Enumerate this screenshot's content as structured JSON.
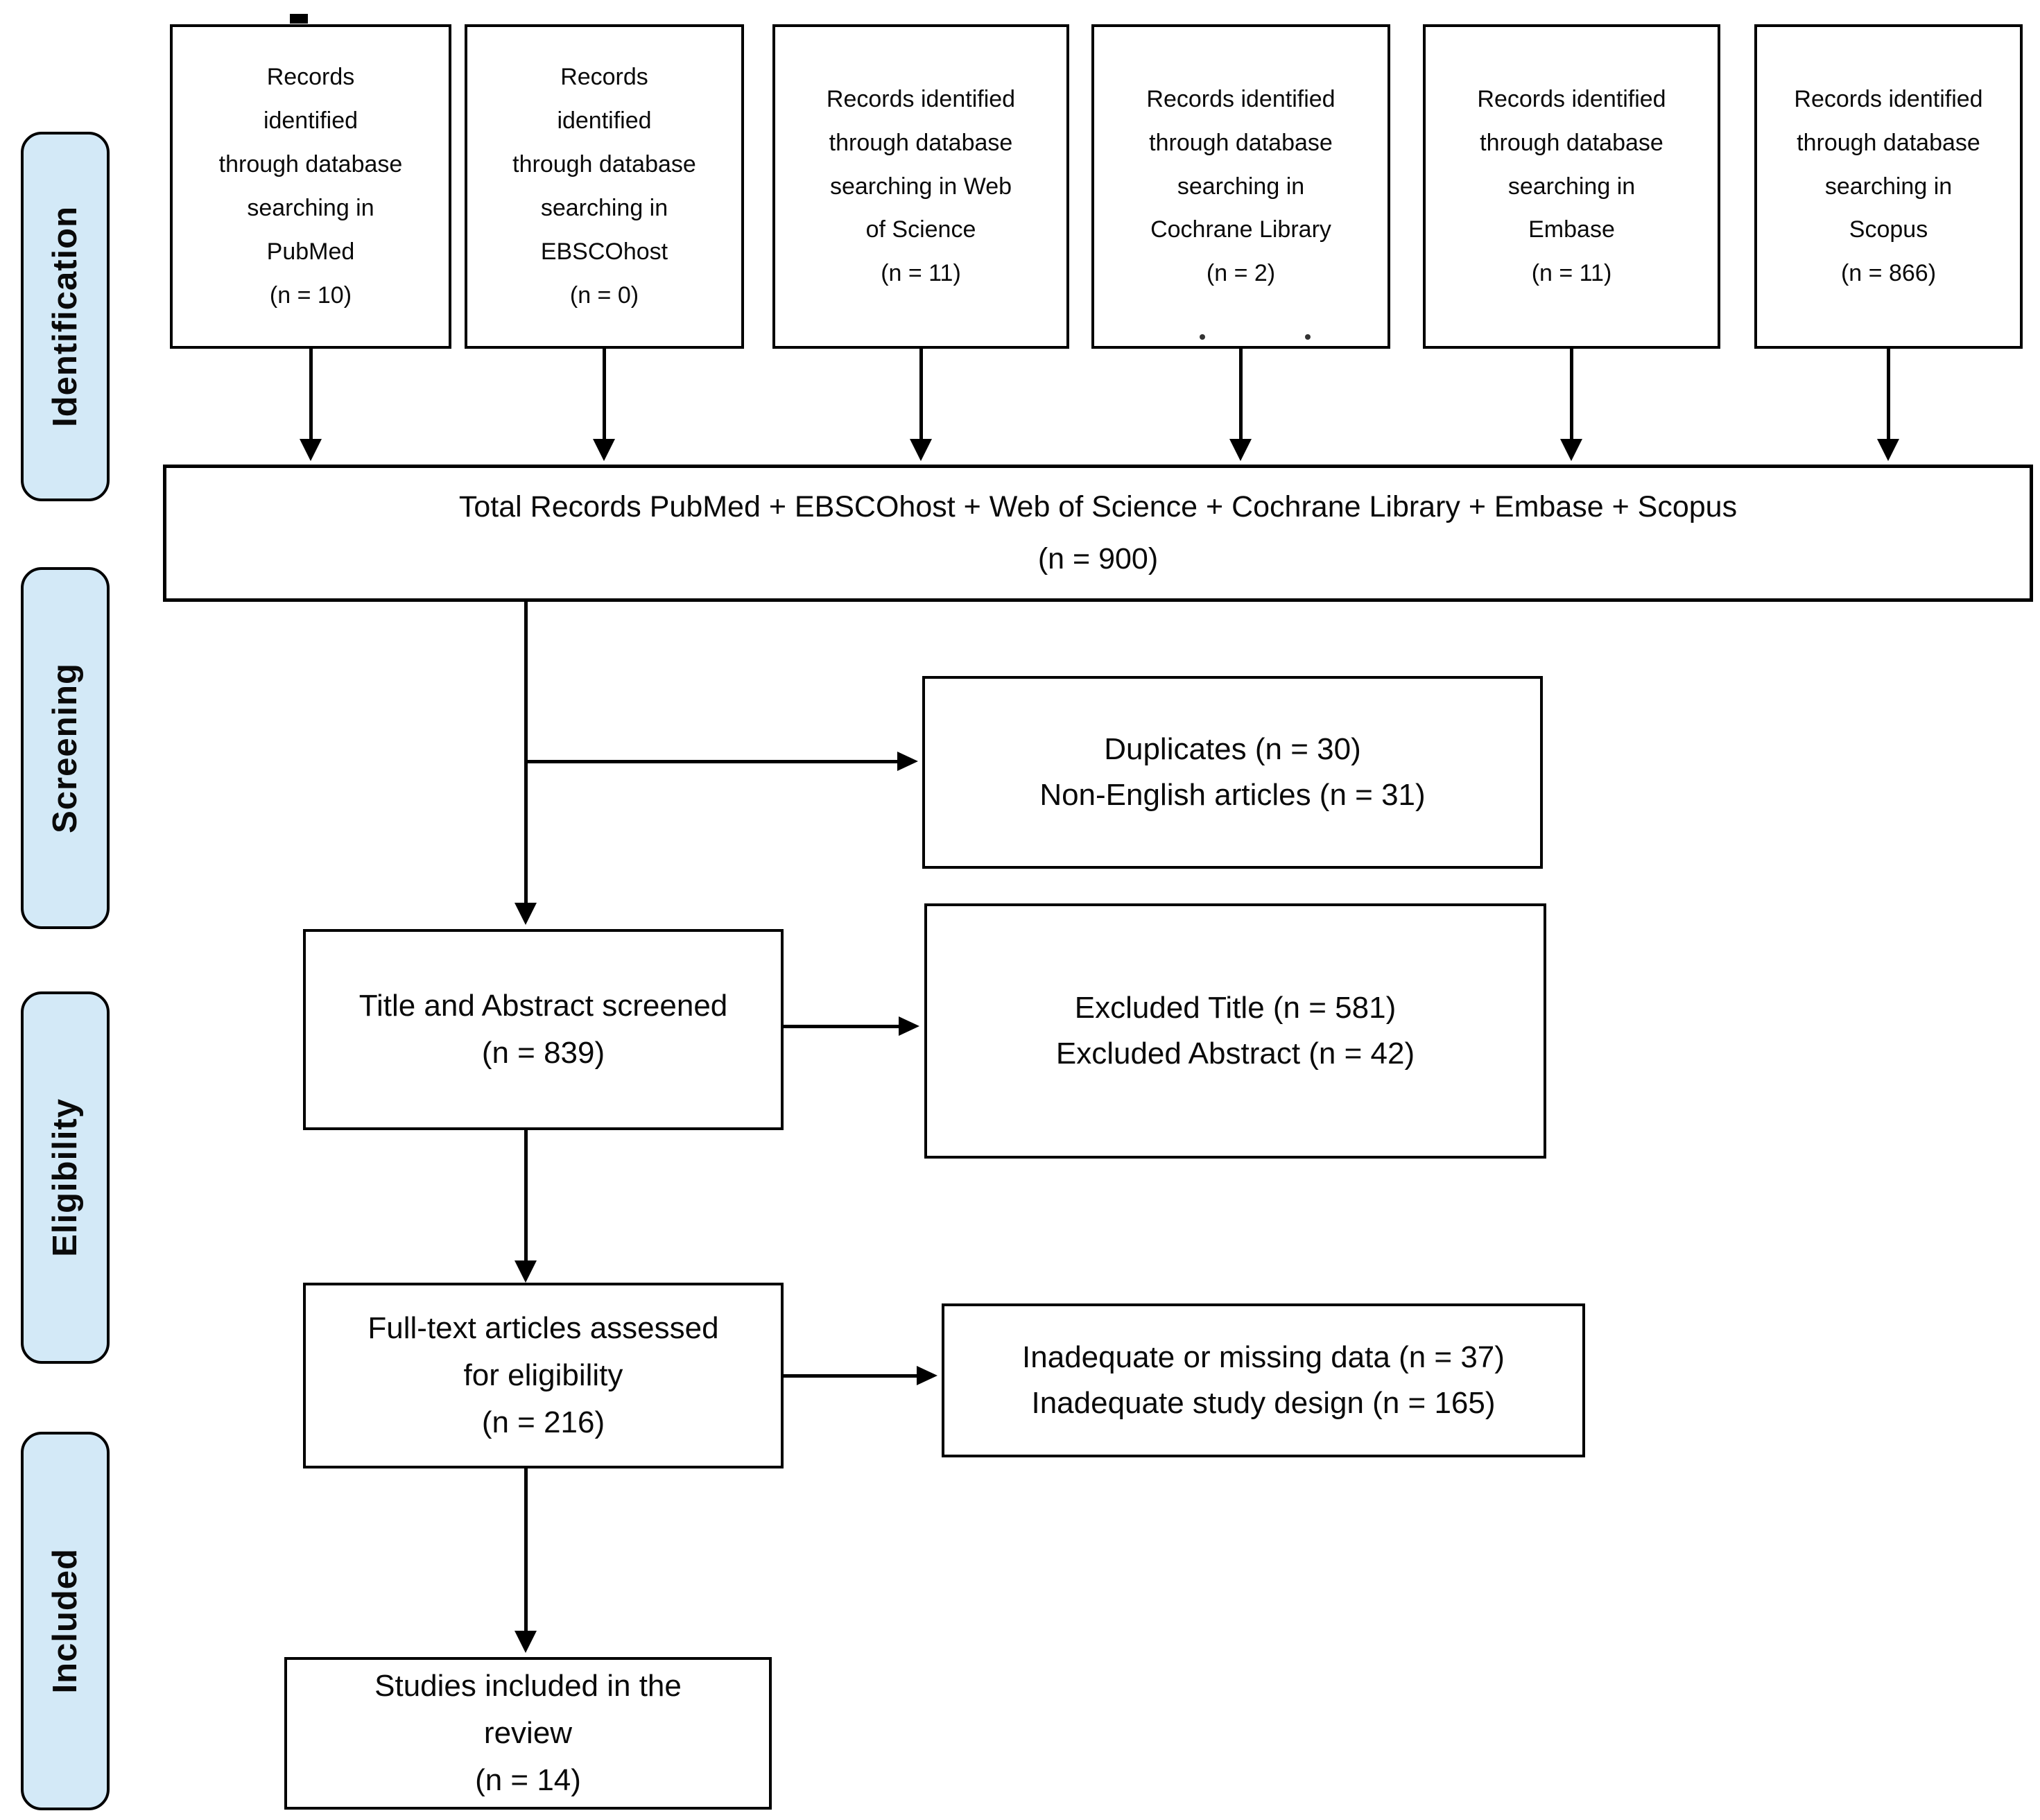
{
  "colors": {
    "stage_fill": "#d3e9f7",
    "line": "#000000",
    "background": "#ffffff"
  },
  "stages": [
    {
      "label": "Identification"
    },
    {
      "label": "Screening"
    },
    {
      "label": "Eligibility"
    },
    {
      "label": "Included"
    }
  ],
  "sources": [
    {
      "name": "PubMed",
      "n": 10,
      "text": "Records\nidentified\nthrough database\nsearching in\nPubMed\n(n = 10)"
    },
    {
      "name": "EBSCOhost",
      "n": 0,
      "text": "Records\nidentified\nthrough database\nsearching in\nEBSCOhost\n(n = 0)"
    },
    {
      "name": "Web of Science",
      "n": 11,
      "text": "Records identified\nthrough database\nsearching in Web\nof Science\n(n = 11)"
    },
    {
      "name": "Cochrane Library",
      "n": 2,
      "text": "Records identified\nthrough database\nsearching in\nCochrane Library\n(n = 2)"
    },
    {
      "name": "Embase",
      "n": 11,
      "text": "Records identified\nthrough database\nsearching in\nEmbase\n(n = 11)"
    },
    {
      "name": "Scopus",
      "n": 866,
      "text": "Records identified\nthrough database\nsearching in\nScopus\n(n = 866)"
    }
  ],
  "flow": {
    "total": {
      "n": 900,
      "text": "Total Records PubMed + EBSCOhost + Web of Science + Cochrane Library + Embase + Scopus\n(n = 900)"
    },
    "duplicates": {
      "duplicates_n": 30,
      "non_english_n": 31,
      "text": "Duplicates (n = 30)\nNon-English articles (n = 31)"
    },
    "title_abstract": {
      "n": 839,
      "text": "Title and Abstract screened\n(n = 839)"
    },
    "excluded_title_abstract": {
      "excluded_title_n": 581,
      "excluded_abstract_n": 42,
      "text": "Excluded Title (n = 581)\nExcluded Abstract (n = 42)"
    },
    "full_text": {
      "n": 216,
      "text": "Full-text articles assessed\nfor eligibility\n(n = 216)"
    },
    "full_text_excluded": {
      "inadequate_data_n": 37,
      "inadequate_design_n": 165,
      "text": "Inadequate or missing data (n = 37)\nInadequate study design (n = 165)"
    },
    "included": {
      "n": 14,
      "text": "Studies included in the\nreview\n(n = 14)"
    }
  }
}
